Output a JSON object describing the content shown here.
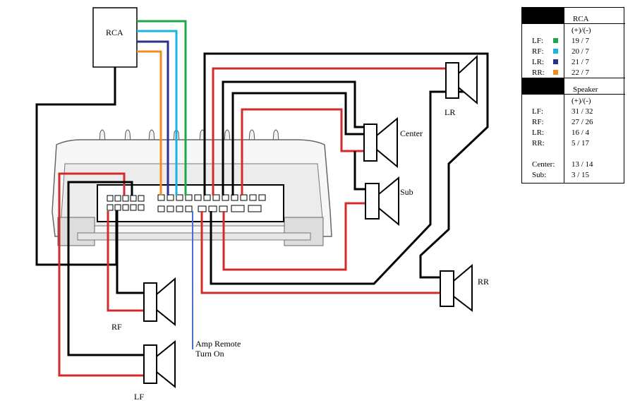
{
  "labels": {
    "rca_box": "RCA",
    "speaker_lr": "LR",
    "speaker_center": "Center",
    "speaker_sub": "Sub",
    "speaker_rr": "RR",
    "speaker_rf": "RF",
    "speaker_lf": "LF",
    "amp_line1": "Amp Remote",
    "amp_line2": "Turn On"
  },
  "legend": {
    "rca": {
      "header": "RCA",
      "subheader": "(+)/(-)",
      "rows": [
        {
          "key": "LF:",
          "value": "19 / 7",
          "color": "#1fa64a"
        },
        {
          "key": "RF:",
          "value": "20 / 7",
          "color": "#1bb3e0"
        },
        {
          "key": "LR:",
          "value": "21 / 7",
          "color": "#2a2f8c"
        },
        {
          "key": "RR:",
          "value": "22 / 7",
          "color": "#f28c1e"
        }
      ]
    },
    "speaker": {
      "header": "Speaker",
      "subheader": "(+)/(-)",
      "rows": [
        {
          "key": "LF:",
          "value": "31 / 32"
        },
        {
          "key": "RF:",
          "value": "27 / 26"
        },
        {
          "key": "LR:",
          "value": "16 / 4"
        },
        {
          "key": "RR:",
          "value": "5 / 17"
        },
        {
          "key": "Center:",
          "value": "13 / 14"
        },
        {
          "key": "Sub:",
          "value": "3 / 15"
        }
      ]
    }
  },
  "colors": {
    "black_wire": "#000000",
    "red_wire": "#d22b2b",
    "green_wire": "#1fa64a",
    "cyan_wire": "#1bb3e0",
    "navy_wire": "#2a2f8c",
    "orange_wire": "#f28c1e",
    "blue_wire": "#4a6fd0"
  }
}
